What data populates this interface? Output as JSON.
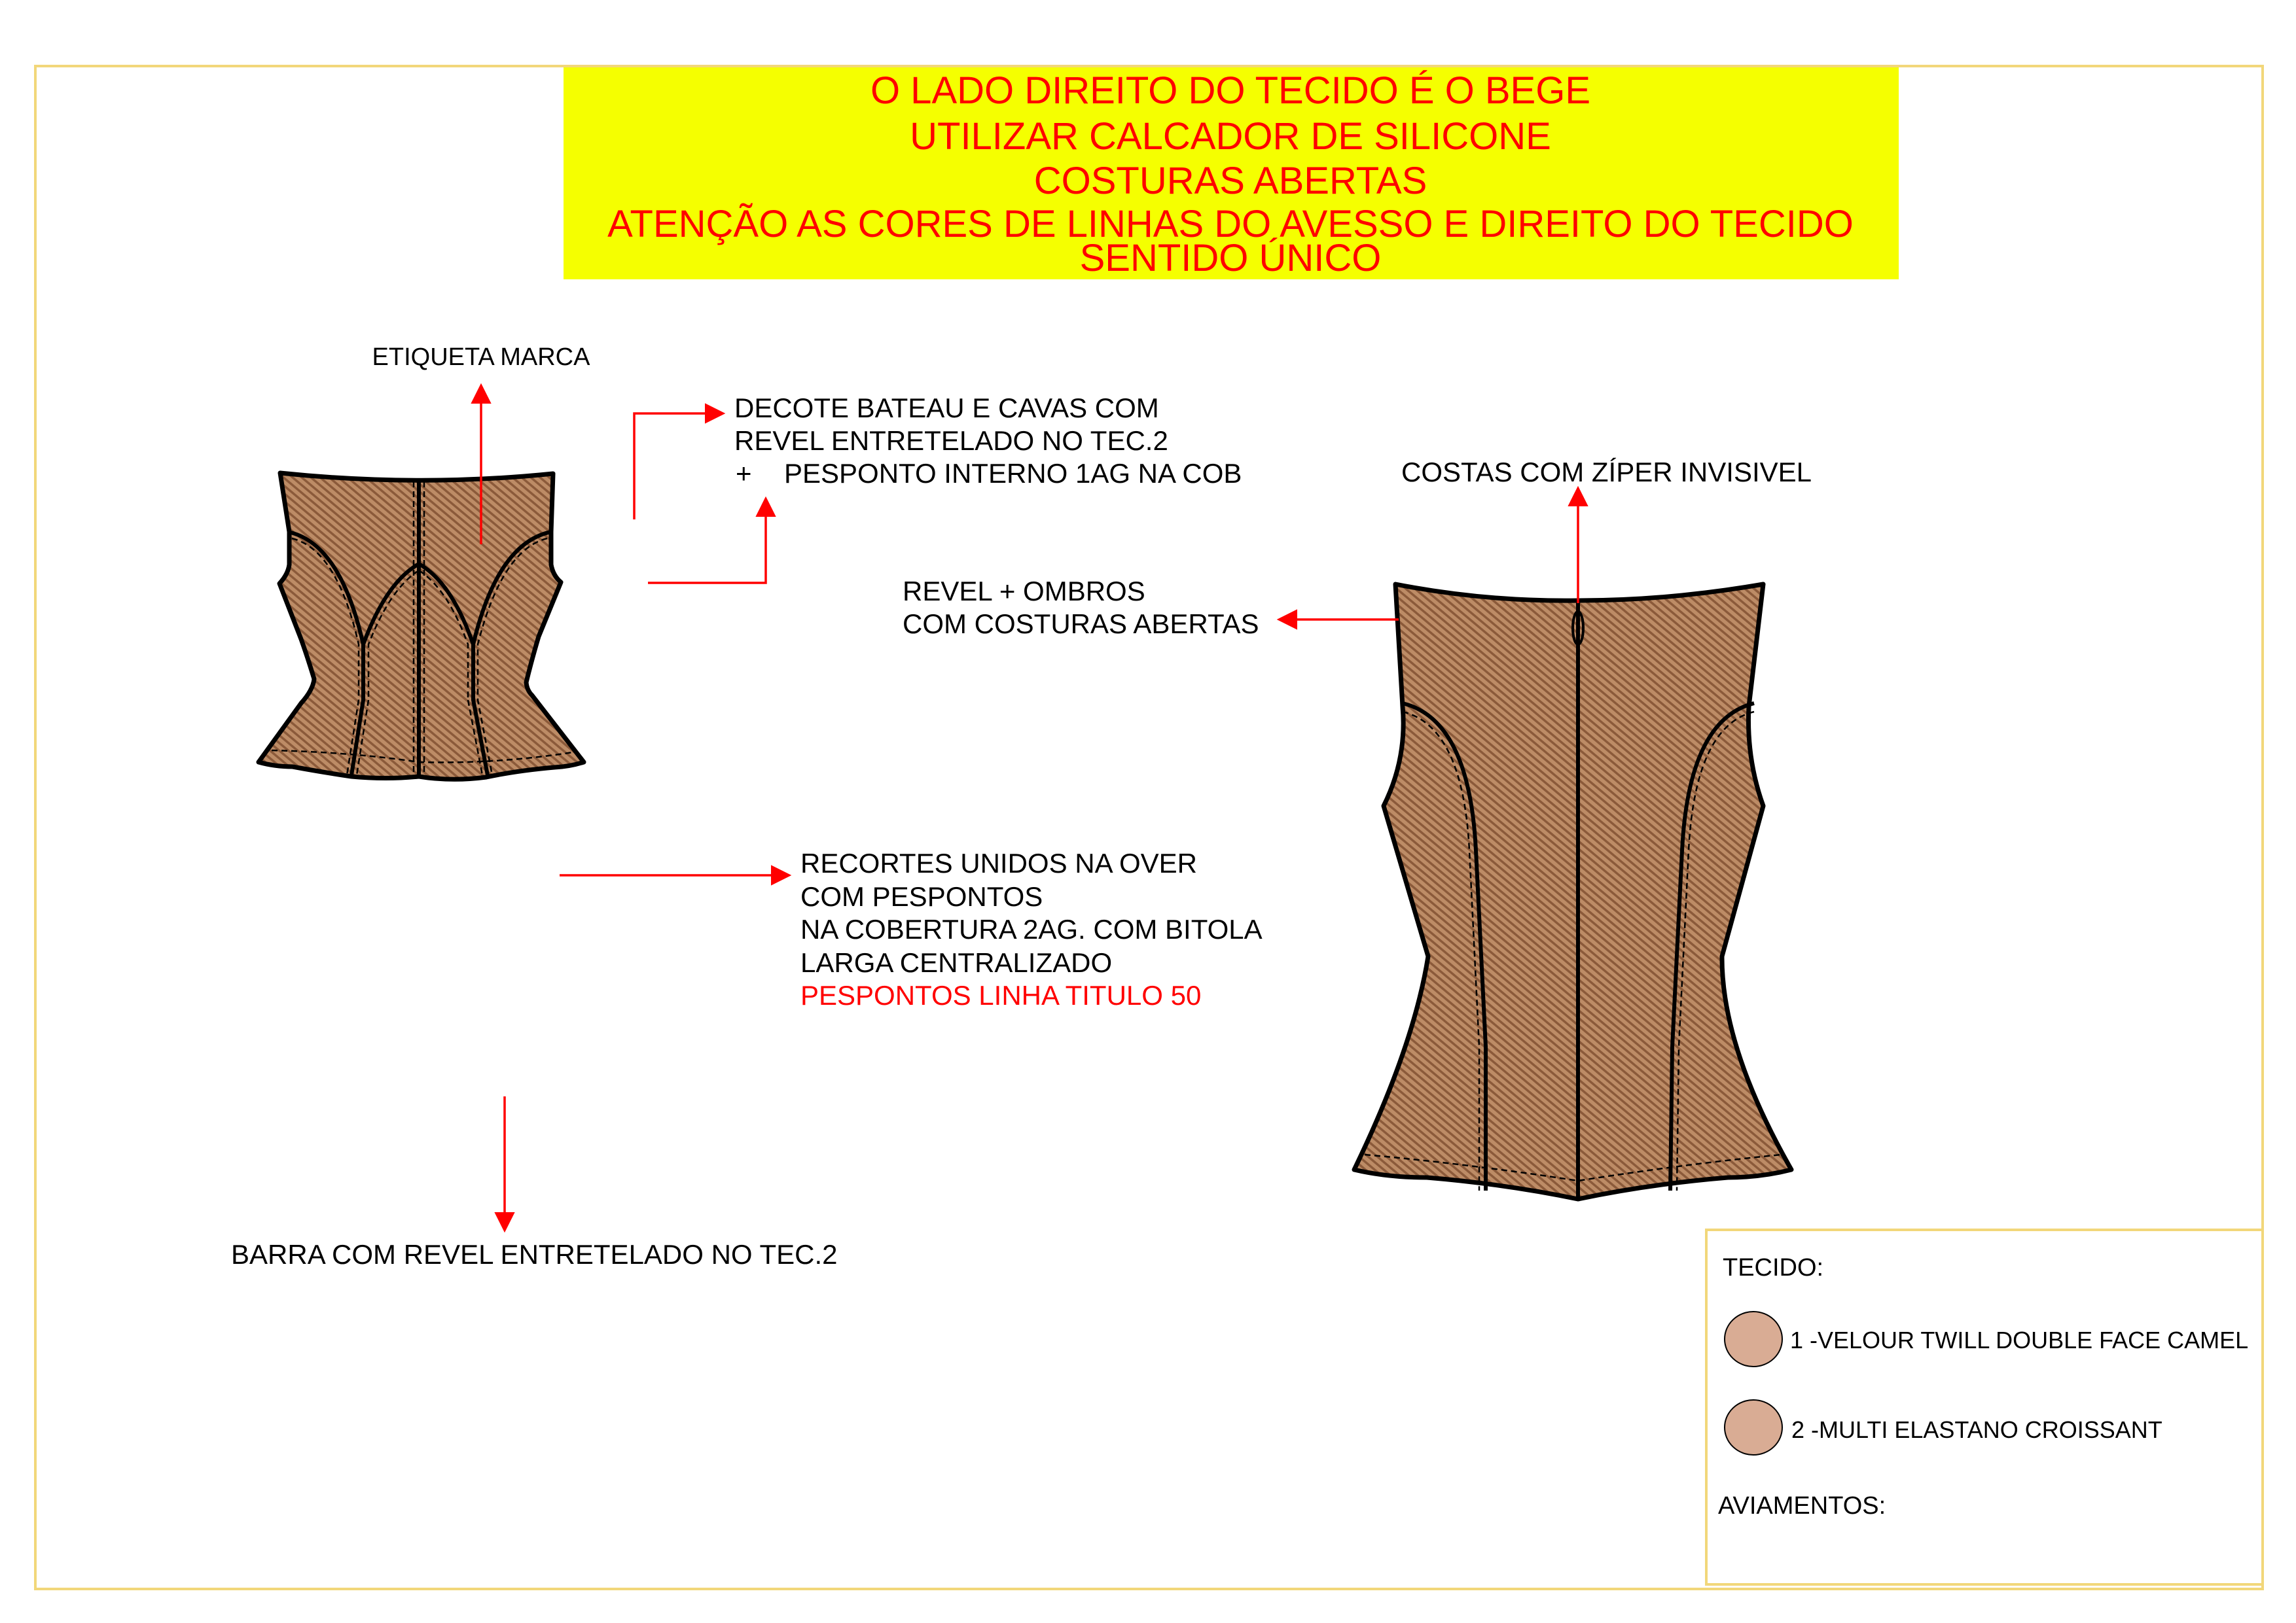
{
  "header": {
    "lines": [
      "O LADO DIREITO DO TECIDO É O BEGE",
      "UTILIZAR CALCADOR DE SILICONE",
      "COSTURAS ABERTAS",
      "ATENÇÃO AS CORES DE LINHAS DO AVESSO E DIREITO DO TECIDO",
      "SENTIDO ÚNICO"
    ],
    "background": "#f5ff00",
    "text_color": "#ff0000"
  },
  "annotations": {
    "etiqueta": "ETIQUETA MARCA",
    "decote": [
      "DECOTE BATEAU E CAVAS COM",
      "REVEL ENTRETELADO NO TEC.2",
      "+",
      "PESPONTO INTERNO 1AG NA COB"
    ],
    "costas": "COSTAS COM ZÍPER INVISIVEL",
    "revel": [
      "REVEL + OMBROS",
      "COM COSTURAS ABERTAS"
    ],
    "recortes": [
      "RECORTES UNIDOS NA OVER",
      "COM PESPONTOS",
      "NA COBERTURA 2AG. COM BITOLA",
      "LARGA CENTRALIZADO"
    ],
    "recortes_red": "PESPONTOS LINHA TITULO 50",
    "barra": "BARRA COM REVEL ENTRETELADO NO TEC.2"
  },
  "legend": {
    "tecido_label": "TECIDO:",
    "fabrics": [
      {
        "label": "1 -VELOUR TWILL DOUBLE FACE CAMEL",
        "color": "#d9ac94"
      },
      {
        "label": "2 -MULTI ELASTANO CROISSANT",
        "color": "#d9ac94"
      }
    ],
    "aviamentos_label": "AVIAMENTOS:"
  },
  "colors": {
    "fabric": "#b98863",
    "fabric_stripe": "#8b5a3a",
    "frame": "#f2d77a",
    "arrow": "#ff0000"
  }
}
